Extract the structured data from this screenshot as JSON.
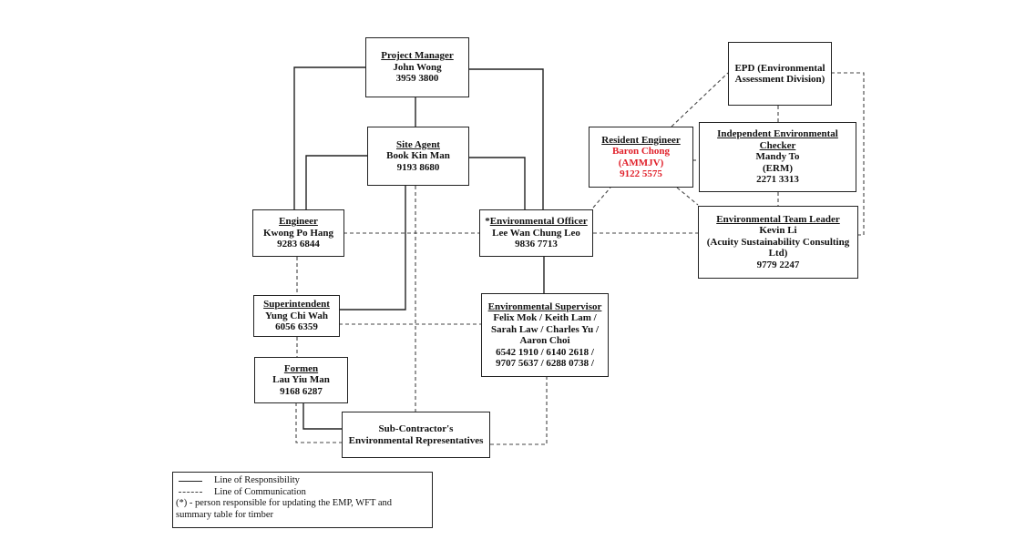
{
  "diagram": {
    "boxes": {
      "project_manager": {
        "title": "Project Manager",
        "lines": [
          "John Wong",
          "3959 3800"
        ]
      },
      "site_agent": {
        "title": "Site Agent",
        "lines": [
          "Book Kin Man",
          "9193 8680"
        ]
      },
      "engineer": {
        "title": "Engineer",
        "lines": [
          "Kwong Po Hang",
          "9283 6844"
        ]
      },
      "environmental_officer": {
        "prefix": "*",
        "title": "Environmental Officer",
        "lines": [
          "Lee Wan Chung Leo",
          "9836 7713"
        ]
      },
      "superintendent": {
        "title": "Superintendent",
        "lines": [
          "Yung Chi Wah",
          "6056 6359"
        ]
      },
      "formen": {
        "title": "Formen",
        "lines": [
          "Lau Yiu Man",
          "9168 6287"
        ]
      },
      "environmental_supervisor": {
        "title": "Environmental Supervisor",
        "lines": [
          "Felix Mok / Keith Lam /",
          "Sarah Law / Charles Yu /",
          "Aaron Choi",
          "6542 1910 / 6140 2618 /",
          "9707 5637 / 6288 0738 /"
        ]
      },
      "subcontractor_reps": {
        "title": "",
        "lines": [
          "Sub-Contractor's",
          "Environmental Representatives"
        ]
      },
      "epd": {
        "title": "",
        "lines": [
          "EPD (Environmental",
          "Assessment Division)"
        ]
      },
      "resident_engineer": {
        "title": "Resident Engineer",
        "red_lines": [
          "Baron Chong",
          "(AMMJV)",
          "9122 5575"
        ]
      },
      "independent_checker": {
        "title_lines": [
          "Independent Environmental",
          "Checker"
        ],
        "lines": [
          "Mandy To",
          "(ERM)",
          "2271 3313"
        ]
      },
      "team_leader": {
        "title": "Environmental Team Leader",
        "lines": [
          "Kevin Li",
          "(Acuity Sustainability Consulting",
          "Ltd)",
          "9779 2247"
        ]
      }
    },
    "colors": {
      "highlight": "#e0202a",
      "line": "#222222"
    }
  },
  "legend": {
    "responsibility": "Line of Responsibility",
    "communication": "Line of Communication",
    "note_line1": "(*) - person responsible for updating the EMP, WFT and",
    "note_line2": "summary table for timber"
  }
}
